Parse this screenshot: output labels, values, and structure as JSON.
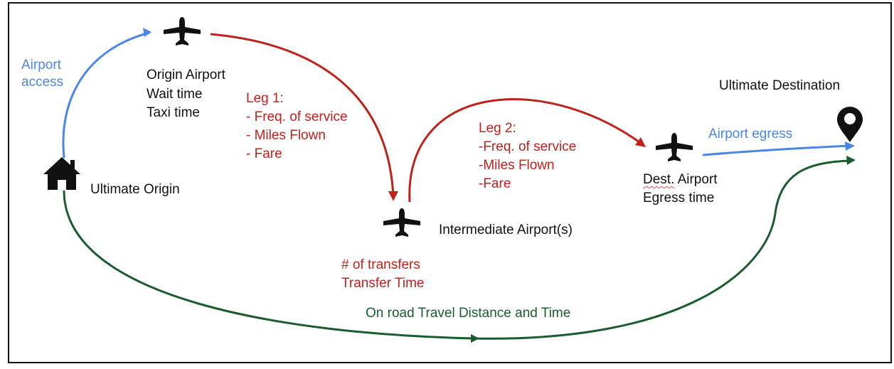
{
  "diagram": {
    "colors": {
      "access": "#4a86e8",
      "legs": "#c0211b",
      "road": "#1a5c2e",
      "icons": "#111111"
    },
    "icons": {
      "origin": "house-icon",
      "origin_airport": "airplane-icon",
      "intermediate_airport": "airplane-icon",
      "dest_airport": "airplane-icon",
      "destination": "map-pin-icon"
    },
    "labels": {
      "airport_access": "Airport\naccess",
      "origin_airport_title": "Origin Airport",
      "origin_airport_details": "Wait time\nTaxi time",
      "leg1": "Leg 1:\n- Freq. of service\n- Miles Flown\n- Fare",
      "leg2": "Leg 2:\n-Freq. of service\n-Miles Flown\n-Fare",
      "ultimate_origin": "Ultimate Origin",
      "intermediate_airports": "Intermediate Airport(s)",
      "transfers": "# of transfers\nTransfer Time",
      "dest_airport_abbr": "Dest.",
      "dest_airport_word": " Airport",
      "egress_time": "Egress time",
      "airport_egress": "Airport egress",
      "ultimate_destination": "Ultimate Destination",
      "on_road": "On road Travel Distance and Time"
    }
  }
}
